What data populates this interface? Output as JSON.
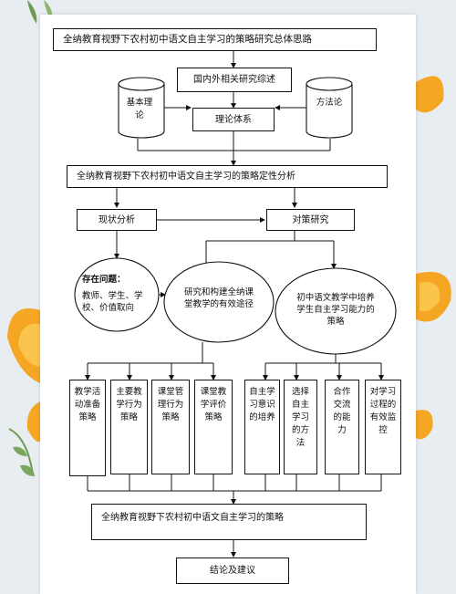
{
  "diagram": {
    "title": "全纳教育视野下农村初中语文自主学习的策略研究总体思路",
    "review": "国内外相关研究综述",
    "cylinder_left": "基本理论",
    "cylinder_right": "方法论",
    "theory": "理论体系",
    "qualitative": "全纳教育视野下农村初中语文自主学习的策略定性分析",
    "status": "现状分析",
    "strategy_research": "对策研究",
    "problems_title": "存在问题：",
    "problems_body": "教师、学生、学校、价值取向",
    "path_ellipse": "研究和构建全纳课堂教学的有效途径",
    "ability_ellipse": "初中语文教学中培养学生自主学习能力的策略",
    "left_boxes": [
      "教学活动准备策略",
      "主要教学行为策略",
      "课堂管理行为策略",
      "课堂教学评价策略"
    ],
    "right_boxes": [
      "自主学习意识的培养",
      "选择自主学习的方法",
      "合作交流的能力",
      "对学习过程的有效监控"
    ],
    "final_strategy": "全纳教育视野下农村初中语文自主学习的策略",
    "conclusion": "结论及建议"
  },
  "colors": {
    "line": "#111111",
    "petal": "#f5a623",
    "petal_light": "#fbc44d",
    "leaf": "#6d9a55"
  }
}
